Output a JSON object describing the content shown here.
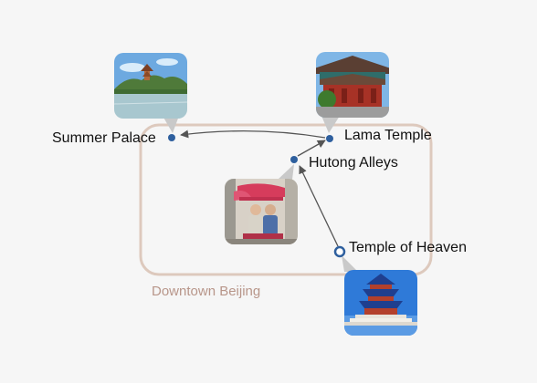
{
  "map": {
    "area_label": "Downtown Beijing",
    "places": [
      {
        "id": "summer-palace",
        "name": "Summer Palace"
      },
      {
        "id": "lama-temple",
        "name": "Lama Temple"
      },
      {
        "id": "hutong-alleys",
        "name": "Hutong Alleys"
      },
      {
        "id": "temple-of-heaven",
        "name": "Temple of Heaven"
      }
    ],
    "route": [
      "Temple of Heaven",
      "Hutong Alleys",
      "Lama Temple",
      "Summer Palace"
    ],
    "start": "Temple of Heaven",
    "colors": {
      "route": "#555555",
      "marker": "#2e5f9e",
      "area_border": "#ddc9bd",
      "area_label": "#b8968a",
      "background": "#f6f6f6"
    }
  }
}
